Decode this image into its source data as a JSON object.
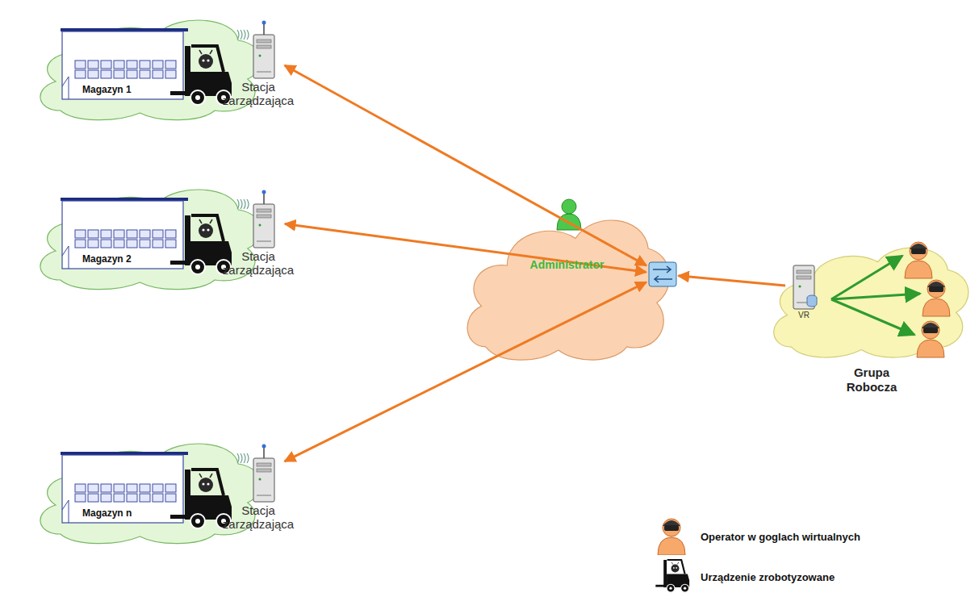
{
  "diagram": {
    "nodes": [
      {
        "text": [
          "Magazyn 1"
        ]
      },
      {
        "text": [
          "Stacja zarządzająca"
        ],
        "in": 0
      },
      {
        "text": [
          "Magazyn 2"
        ]
      },
      {
        "text": [
          "Stacja zarządzająca"
        ],
        "in": 2
      },
      {
        "text": [
          "Magazyn n"
        ]
      },
      {
        "text": [
          "Stacja zarządzająca"
        ],
        "in": 4
      },
      {
        "text": [
          "Administrator"
        ]
      },
      {
        "text": [
          "Grupa Robocza"
        ]
      },
      {
        "text": [
          "VR"
        ],
        "in": 7
      }
    ],
    "edges": [
      {
        "from": 1,
        "to": 6,
        "arrow": "both"
      },
      {
        "from": 3,
        "to": 6,
        "arrow": "both"
      },
      {
        "from": 5,
        "to": 6,
        "arrow": "both"
      },
      {
        "from": 8,
        "to": 6,
        "arrow": "to"
      }
    ],
    "legend": [
      {
        "text": "Operator w goglach wirtualnych"
      },
      {
        "text": "Urządzenie zrobotyzowane"
      }
    ]
  }
}
